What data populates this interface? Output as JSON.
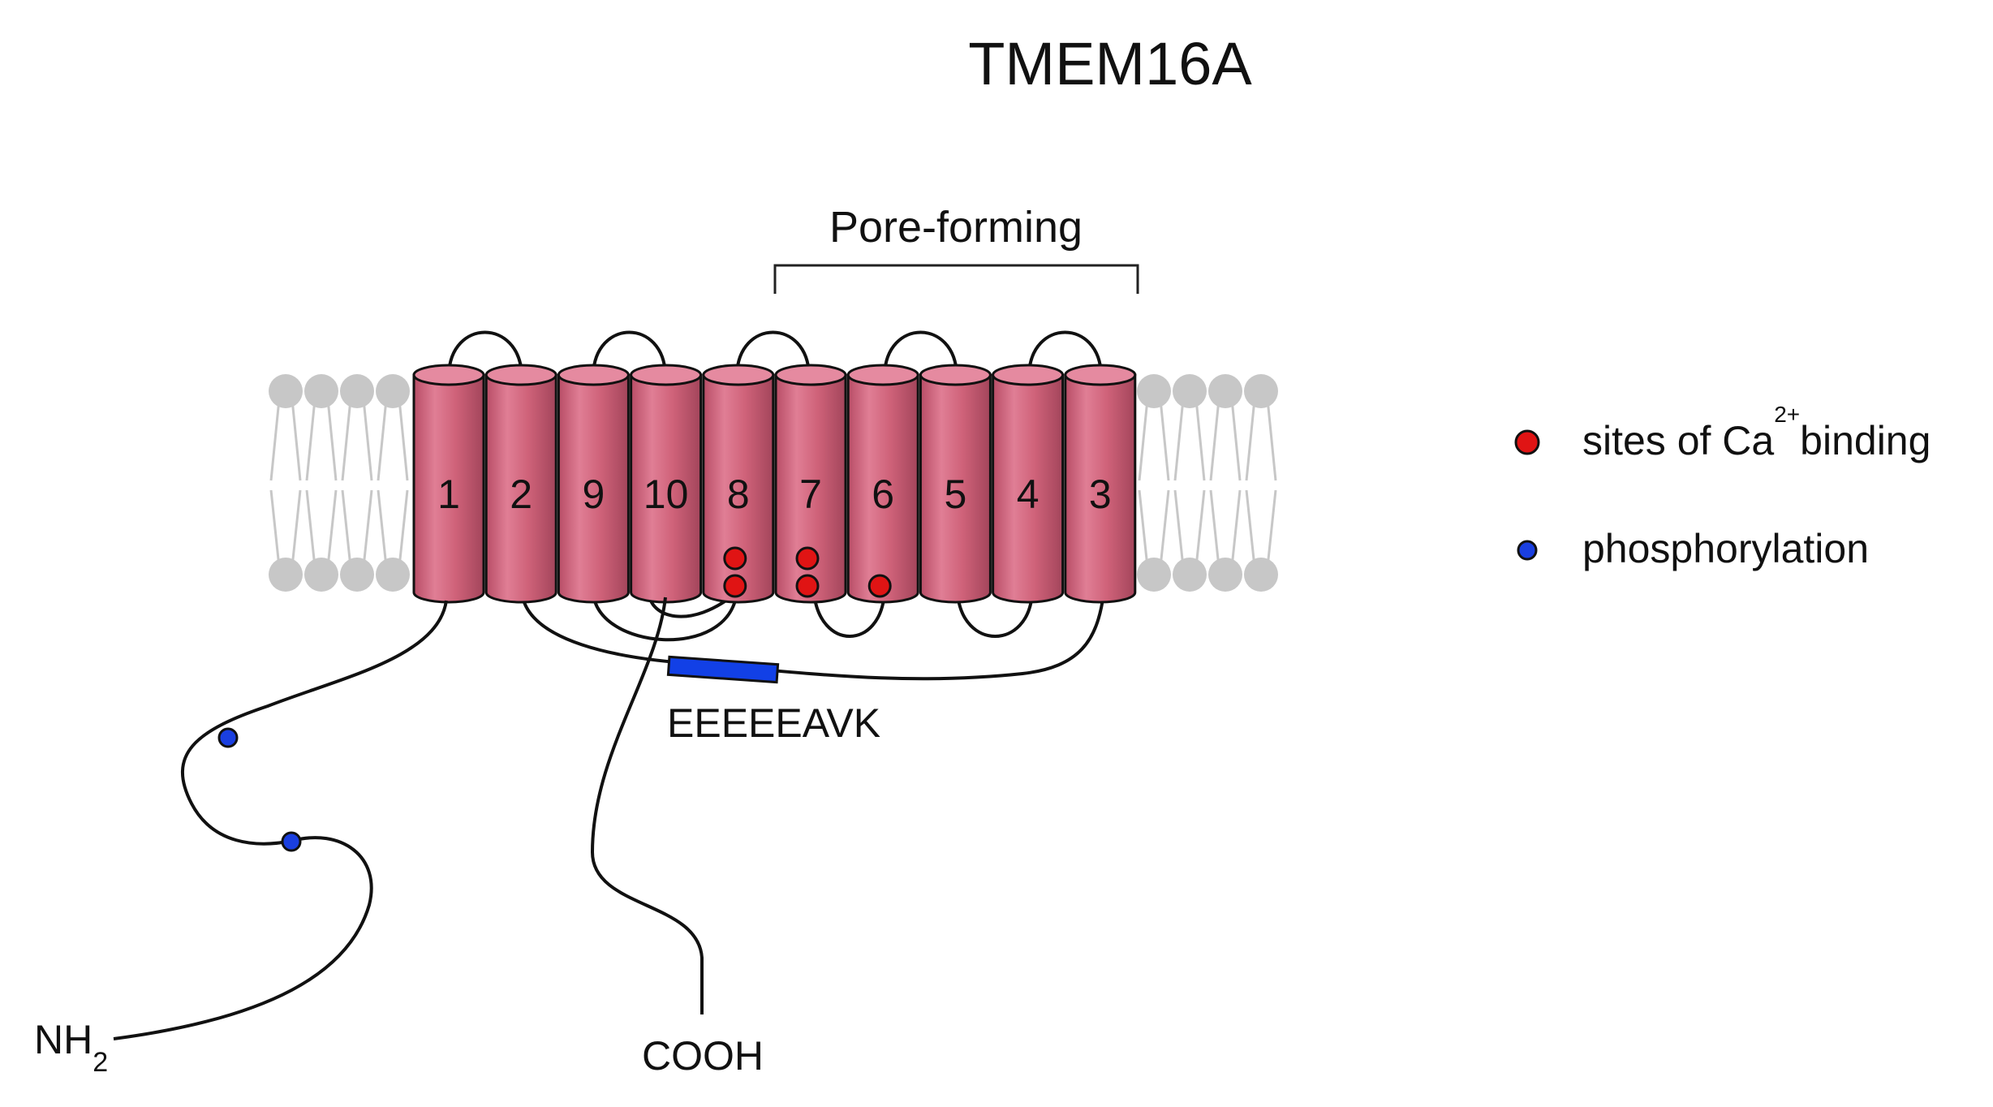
{
  "title": "TMEM16A",
  "bracket_label": "Pore-forming",
  "helices": [
    "1",
    "2",
    "9",
    "10",
    "8",
    "7",
    "6",
    "5",
    "4",
    "3"
  ],
  "motif_label": "EEEEEAVK",
  "n_terminus": {
    "main": "NH",
    "sub": "2"
  },
  "c_terminus": "COOH",
  "legend": {
    "calcium": {
      "text_before": "sites of Ca",
      "superscript": "2+",
      "text_after": "binding"
    },
    "phosphorylation": {
      "text": "phosphorylation"
    }
  },
  "colors": {
    "helix": "#cc5c76",
    "calcium_site": "#e01414",
    "phosphorylation_site": "#1a3fe0",
    "motif_bar": "#1240e6",
    "membrane": "#c7c7c7",
    "line": "#111111"
  },
  "calcium_sites": [
    {
      "helix": "8",
      "count": 2
    },
    {
      "helix": "7",
      "count": 2
    },
    {
      "helix": "6",
      "count": 1
    }
  ],
  "phosphorylation_sites_on_n_terminus": 2
}
